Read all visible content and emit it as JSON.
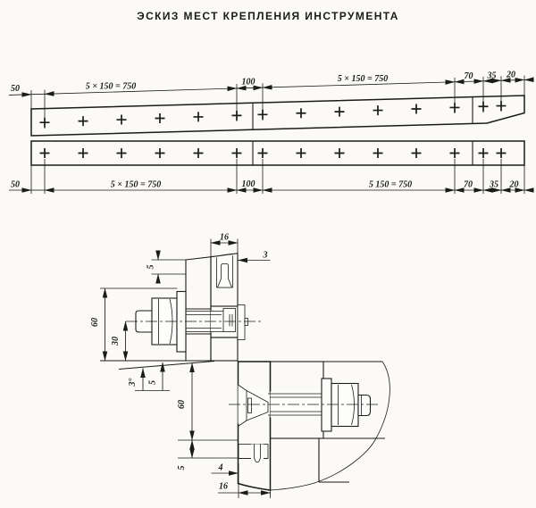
{
  "title": "ЭСКИЗ МЕСТ КРЕПЛЕНИЯ ИНСТРУМЕНТА",
  "colors": {
    "ink": "#1b1b1b",
    "paper": "#fbfaf7"
  },
  "bars": {
    "cross_positions_x": [
      50,
      93,
      136,
      179,
      222,
      265,
      294,
      337,
      380,
      423,
      466,
      509,
      541,
      561
    ],
    "top": {
      "d50": "50",
      "d750a": "5 × 150 = 750",
      "d100": "100",
      "d750b": "5 × 150 = 750",
      "d70": "70",
      "d35": "35",
      "d20": "20"
    },
    "bottom": {
      "d50": "50",
      "d750a": "5 × 150 = 750",
      "d100": "100",
      "d750b": "5  150 = 750",
      "d70": "70",
      "d35": "35",
      "d20": "20"
    }
  },
  "detail": {
    "d16_top": "16",
    "d3": "3",
    "d5_top": "5",
    "d60_upper": "60",
    "d30": "30",
    "d3deg": "3°",
    "d5_taper": "5",
    "d60_lower": "60",
    "d5_lower": "5",
    "d4": "4",
    "d16_bottom": "16"
  }
}
